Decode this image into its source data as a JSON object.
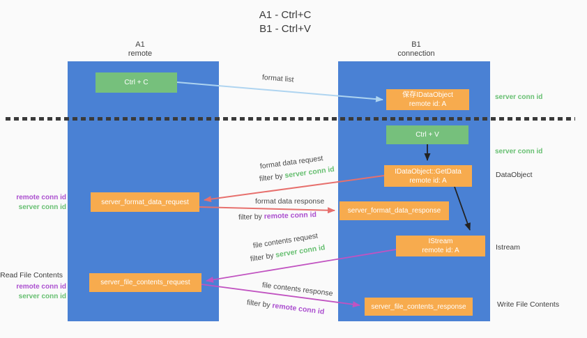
{
  "title": {
    "line1": "A1 - Ctrl+C",
    "line2": "B1 - Ctrl+V"
  },
  "columns": {
    "left": {
      "header_line1": "A1",
      "header_line2": "remote"
    },
    "right": {
      "header_line1": "B1",
      "header_line2": "connection"
    }
  },
  "nodes": {
    "ctrl_c": {
      "label": "Ctrl + C"
    },
    "ctrl_v": {
      "label": "Ctrl + V"
    },
    "save_idataobject": {
      "line1": "保存IDataObject",
      "line2": "remote id: A"
    },
    "idataobject_getdata": {
      "line1": "IDataObject::GetData",
      "line2": "remote id: A"
    },
    "istream_node": {
      "line1": "IStream",
      "line2": "remote id: A"
    },
    "server_format_data_request": {
      "label": "server_format_data_request"
    },
    "server_format_data_response": {
      "label": "server_format_data_response"
    },
    "server_file_contents_request": {
      "label": "server_file_contents_request"
    },
    "server_file_contents_response": {
      "label": "server_file_contents_response"
    }
  },
  "edge_labels": {
    "format_list": "format list",
    "format_data_request": "format data request",
    "format_data_response": "format data response",
    "file_contents_request": "file contents request",
    "file_contents_response": "file contents response",
    "filter_by": "filter by ",
    "server_conn_id": "server conn id",
    "remote_conn_id": "remote conn id"
  },
  "side_labels": {
    "server_conn_id": "server conn id",
    "remote_conn_id": "remote conn id",
    "data_object": "DataObject",
    "istream": "Istream",
    "read_file_contents": "Read File Contents",
    "write_file_contents": "Write File Contents"
  },
  "colors": {
    "column_blue": "#4a81d4",
    "node_green": "#76c07c",
    "node_orange": "#f7ab4e",
    "arrow_light_blue": "#aed4f0",
    "arrow_red": "#e7706d",
    "arrow_magenta": "#c153c1",
    "arrow_black": "#222222",
    "text_green": "#67bf71",
    "text_purple": "#ab4fcf",
    "text_dark": "#3c3c3c"
  }
}
